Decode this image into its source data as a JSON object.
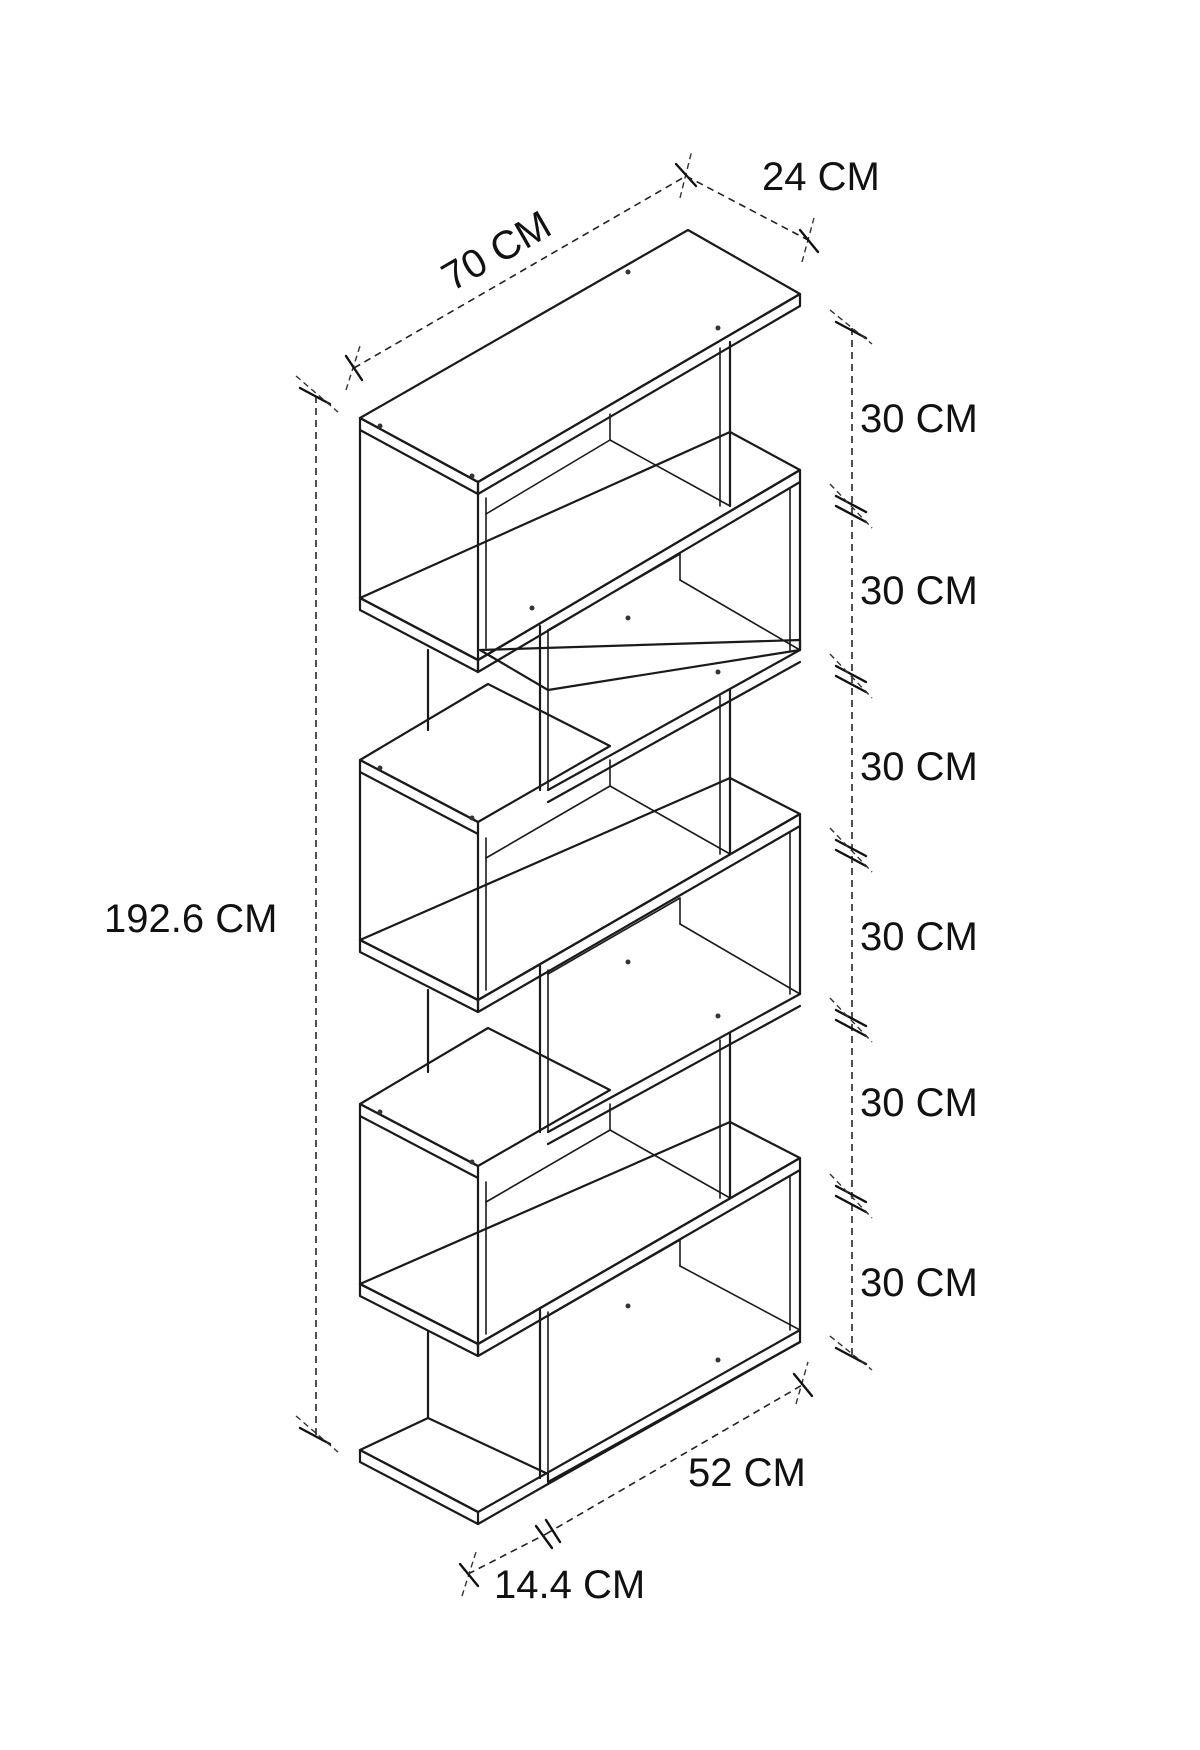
{
  "dimensions": {
    "width": "70 CM",
    "depth": "24 CM",
    "height": "192.6 CM",
    "shelf_heights": [
      "30 CM",
      "30 CM",
      "30 CM",
      "30 CM",
      "30 CM",
      "30 CM"
    ],
    "compartment_width": "52 CM",
    "offset_width": "14.4 CM"
  }
}
